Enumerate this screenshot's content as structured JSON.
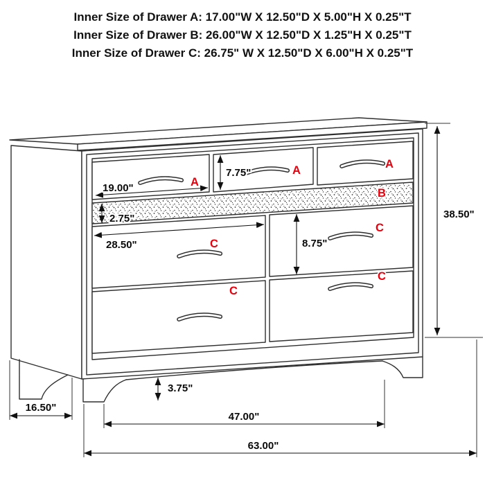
{
  "header": {
    "line_a": "Inner Size of Drawer A: 17.00\"W X 12.50\"D X 5.00\"H X 0.25\"T",
    "line_b": "Inner Size of Drawer B: 26.00\"W X 12.50\"D X 1.25\"H X 0.25\"T",
    "line_c": "Inner Size of Drawer C: 26.75\" W X 12.50\"D X 6.00\"H X 0.25\"T"
  },
  "diagram": {
    "drawer_labels": {
      "a1": "A",
      "a2": "A",
      "a3": "A",
      "b": "B",
      "c_left_top": "C",
      "c_left_bottom": "C",
      "c_right_top": "C",
      "c_right_bottom": "C"
    },
    "dimensions": {
      "drawer_a_width": "19.00\"",
      "drawer_a_front_height": "7.75\"",
      "drawer_b_front_height": "2.75\"",
      "drawer_c_width": "28.50\"",
      "drawer_c_front_height": "8.75\"",
      "foot_height": "3.75\"",
      "side_depth": "16.50\"",
      "feet_span": "47.00\"",
      "overall_width": "63.00\"",
      "overall_height": "38.50\""
    },
    "colors": {
      "label_red": "#e8000d",
      "line": "#2e2e2e"
    }
  }
}
